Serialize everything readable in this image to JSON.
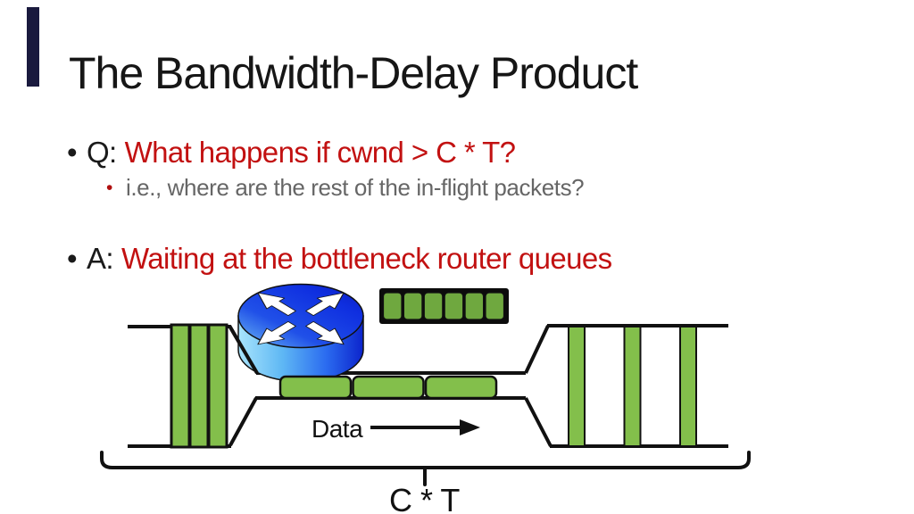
{
  "slide": {
    "title": "The Bandwidth-Delay Product",
    "bullets": {
      "q_bullet": "•",
      "q_prefix": "Q:",
      "q_text": "What happens if cwnd > C * T?",
      "sub_bullet": "•",
      "sub_text": "i.e., where are the rest of the in-flight packets?",
      "a_bullet": "•",
      "a_prefix": "A:",
      "a_text": "Waiting at the bottleneck router queues"
    }
  },
  "diagram": {
    "data_label": "Data",
    "ct_label": "C * T",
    "router_icon": "router-with-crossed-arrows",
    "counts": {
      "left_queue_bars": 3,
      "bottleneck_packets": 3,
      "right_spread_bars": 3,
      "router_queue_cells": 6
    }
  },
  "colors": {
    "accent_red": "#c21111",
    "muted_gray": "#666666",
    "packet_green": "#83bf4b",
    "queue_cell_green": "#6fa83f",
    "line_black": "#111111",
    "router_blue_dark": "#0c24cc",
    "router_blue_light": "#a8e4fc",
    "left_edge_bar_navy": "#1a1a3e"
  }
}
